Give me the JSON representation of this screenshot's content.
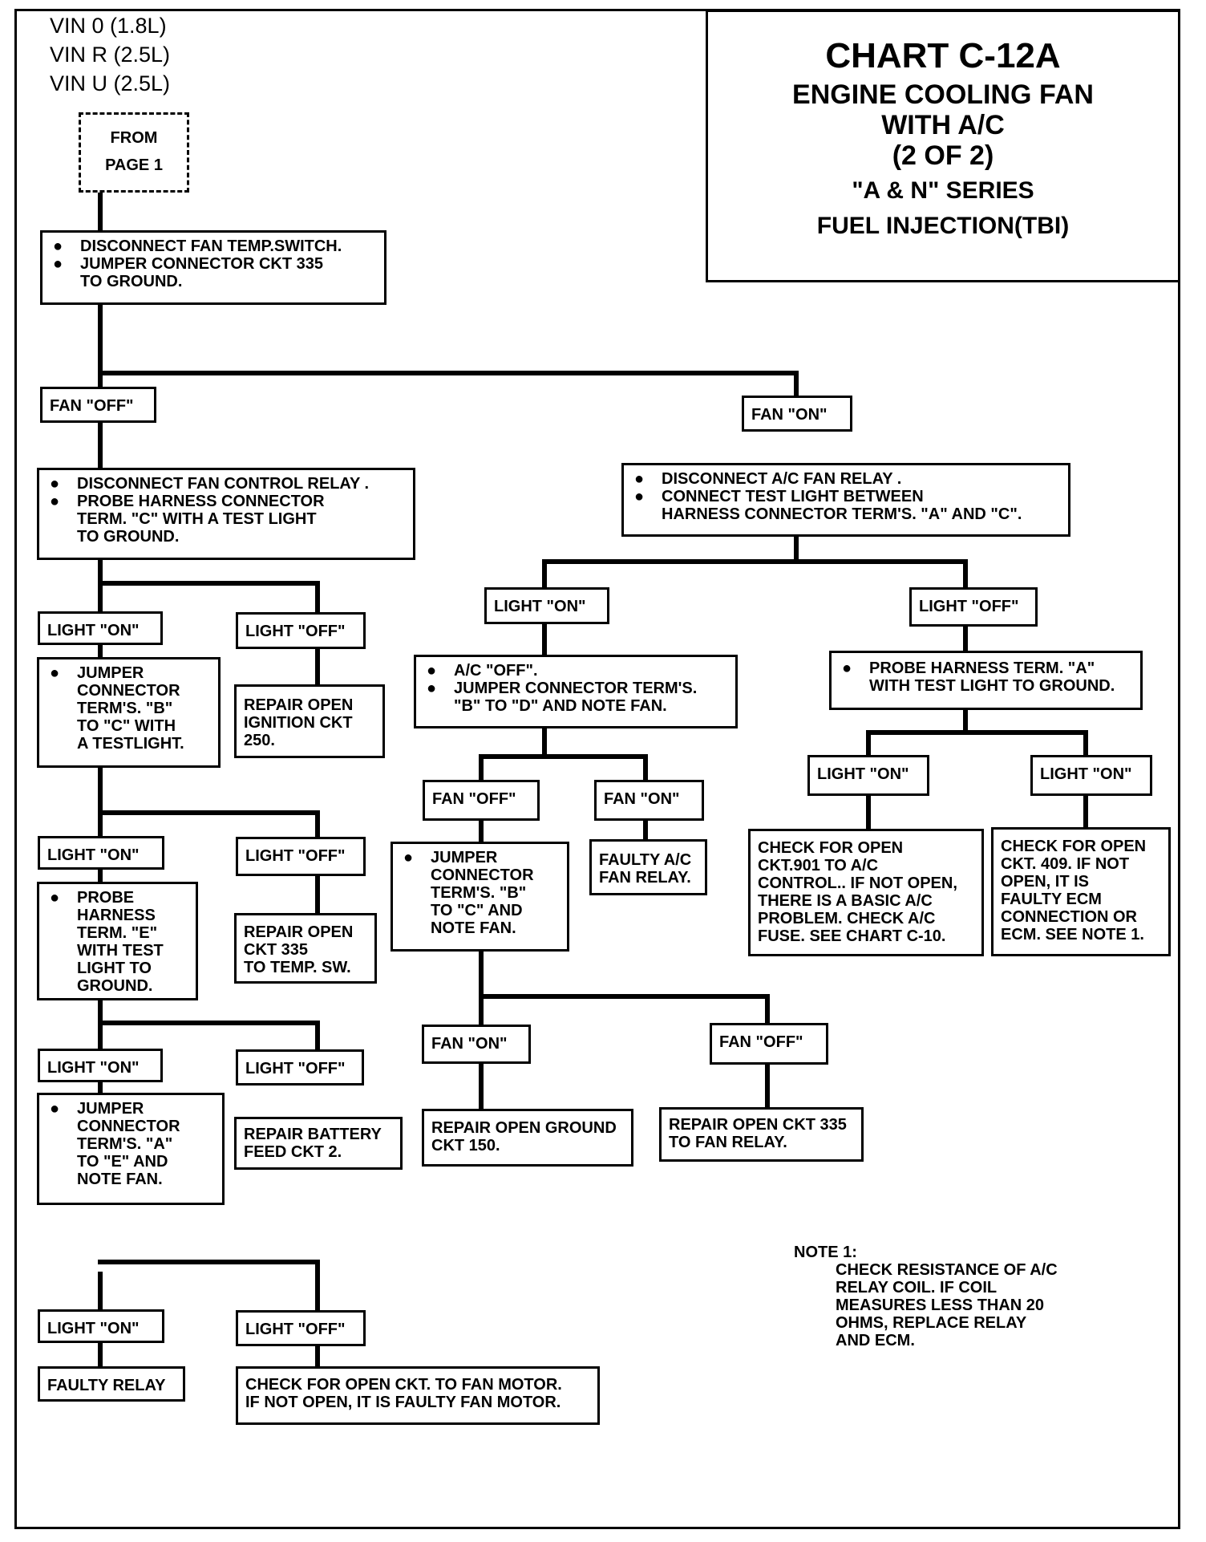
{
  "header": {
    "vin_lines": [
      "VIN 0 (1.8L)",
      "VIN R (2.5L)",
      "VIN U (2.5L)"
    ],
    "from_box": [
      "FROM",
      "PAGE 1"
    ],
    "chart_title": "CHART C-12A",
    "subtitle": [
      "ENGINE COOLING FAN",
      "WITH A/C",
      "(2 OF 2)"
    ],
    "series": [
      "\"A & N\"  SERIES",
      "FUEL INJECTION(TBI)"
    ]
  },
  "nodes": {
    "step1": [
      "DISCONNECT FAN TEMP.SWITCH.",
      "JUMPER CONNECTOR CKT 335",
      "TO GROUND."
    ],
    "fan_off_1": "FAN \"OFF\"",
    "fan_on_1": "FAN \"ON\"",
    "left_step2": [
      "DISCONNECT  FAN CONTROL RELAY .",
      "PROBE HARNESS CONNECTOR",
      "TERM.  \"C\" WITH A TEST LIGHT",
      "TO GROUND."
    ],
    "right_step2": [
      "DISCONNECT A/C  FAN RELAY .",
      "CONNECT TEST LIGHT BETWEEN",
      "HARNESS CONNECTOR TERM'S. \"A\" AND \"C\"."
    ],
    "l_light_on_1": "LIGHT \"ON\"",
    "l_light_off_1": "LIGHT \"OFF\"",
    "l_step3": [
      "JUMPER",
      "CONNECTOR",
      "TERM'S. \"B\"",
      "TO \"C\"  WITH",
      "A TESTLIGHT."
    ],
    "l_repair_1": [
      "REPAIR OPEN",
      "IGNITION CKT",
      "250."
    ],
    "l_light_on_2": "LIGHT \"ON\"",
    "l_light_off_2": "LIGHT \"OFF\"",
    "l_step4": [
      "PROBE",
      "HARNESS",
      "TERM. \"E\"",
      "WITH TEST",
      "LIGHT TO",
      "GROUND."
    ],
    "l_repair_2": [
      "REPAIR OPEN",
      "CKT 335",
      "TO TEMP. SW."
    ],
    "l_light_on_3": "LIGHT \"ON\"",
    "l_light_off_3": "LIGHT \"OFF\"",
    "l_step5": [
      "JUMPER",
      "CONNECTOR",
      "TERM'S. \"A\"",
      "TO \"E\"  AND",
      "NOTE FAN."
    ],
    "l_repair_3": [
      "REPAIR BATTERY",
      "FEED CKT  2."
    ],
    "l_light_on_4": "LIGHT \"ON\"",
    "l_light_off_4": "LIGHT \"OFF\"",
    "l_faulty_relay": "FAULTY RELAY",
    "l_check_motor": [
      "CHECK FOR OPEN CKT. TO FAN MOTOR.",
      "IF NOT OPEN, IT IS FAULTY FAN MOTOR."
    ],
    "m_light_on": "LIGHT \"ON\"",
    "m_step3": [
      "A/C \"OFF\".",
      "JUMPER CONNECTOR TERM'S.",
      "\"B\" TO \"D\" AND NOTE FAN."
    ],
    "m_fan_off": "FAN \"OFF\"",
    "m_fan_on": "FAN \"ON\"",
    "m_step4": [
      "JUMPER",
      "CONNECTOR",
      "TERM'S. \"B\"",
      "TO \"C\"  AND",
      "NOTE FAN."
    ],
    "m_faulty_ac_relay": [
      "FAULTY A/C",
      "FAN  RELAY."
    ],
    "m_fan_on_2": "FAN \"ON\"",
    "m_fan_off_2": "FAN \"OFF\"",
    "m_repair_ground": [
      "REPAIR OPEN GROUND",
      "CKT  150."
    ],
    "m_repair_ckt335": [
      "REPAIR OPEN CKT 335",
      "TO FAN RELAY."
    ],
    "r_light_off": "LIGHT \"OFF\"",
    "r_step3": [
      "PROBE HARNESS TERM. \"A\"",
      "WITH TEST LIGHT TO GROUND."
    ],
    "r_light_on_a": "LIGHT \"ON\"",
    "r_light_on_b": "LIGHT \"ON\"",
    "r_check_901": [
      "CHECK FOR OPEN",
      "CKT.901 TO A/C",
      "CONTROL..  IF NOT OPEN,",
      "THERE IS A BASIC A/C",
      "PROBLEM.  CHECK A/C",
      "FUSE.  SEE CHART C-10."
    ],
    "r_check_409": [
      "CHECK FOR OPEN",
      "CKT. 409.  IF NOT",
      "OPEN, IT IS",
      "FAULTY ECM",
      "CONNECTION OR",
      "ECM.   SEE NOTE 1."
    ]
  },
  "note": {
    "heading": "NOTE 1:",
    "lines": [
      "CHECK RESISTANCE OF A/C",
      "RELAY COIL.  IF COIL",
      "MEASURES LESS THAN 20",
      "OHMS, REPLACE  RELAY",
      "AND ECM."
    ]
  },
  "bullet": "●"
}
